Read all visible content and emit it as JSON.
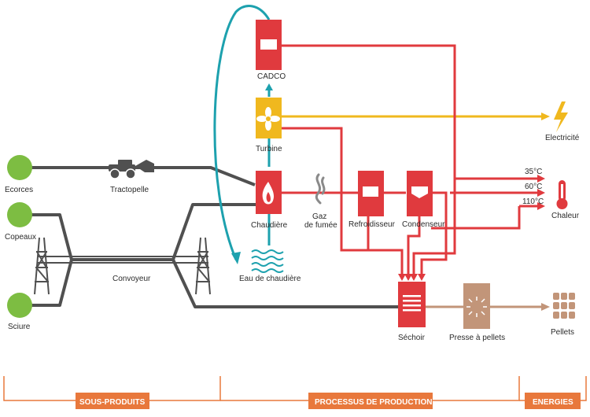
{
  "sources": {
    "ecorces": "Ecorces",
    "copeaux": "Copeaux",
    "sciure": "Sciure"
  },
  "transport": {
    "tractopelle": "Tractopelle",
    "convoyeur": "Convoyeur"
  },
  "process": {
    "cadco": "CADCO",
    "turbine": "Turbine",
    "chaudiere": "Chaudière",
    "eau_chaudiere": "Eau de chaudière",
    "gaz_line1": "Gaz",
    "gaz_line2": "de fumée",
    "refroidisseur": "Refroidisseur",
    "condenseur": "Condenseur",
    "sechoir": "Séchoir",
    "presse": "Presse à pellets"
  },
  "energies": {
    "electricite": "Electricité",
    "chaleur": "Chaleur",
    "pellets": "Pellets",
    "temp_35": "35°C",
    "temp_60": "60°C",
    "temp_110": "110°C"
  },
  "bottom_bar": {
    "sous_produits": "SOUS-PRODUITS",
    "processus": "PROCESSUS DE PRODUCTION",
    "energies": "ENERGIES"
  },
  "colors": {
    "orange": "#E8783C",
    "red": "#E03A3E",
    "dark_gray": "#505050",
    "green": "#7DBD42",
    "teal": "#1DA1AE",
    "yellow": "#F0B81E",
    "brown": "#C29579"
  }
}
